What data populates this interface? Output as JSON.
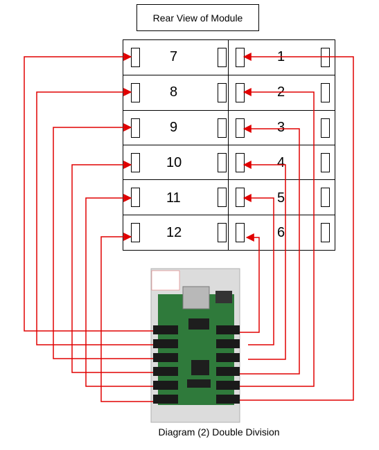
{
  "title": "Rear View of Module",
  "caption": "Diagram (2) Double Division",
  "module_numbers": [
    "7",
    "1",
    "8",
    "2",
    "9",
    "3",
    "10",
    "4",
    "11",
    "5",
    "12",
    "6"
  ],
  "colors": {
    "wire": "#e00000",
    "grid": "#000000",
    "pcb": "#2f7a3b",
    "connector": "#1a1a1a"
  }
}
